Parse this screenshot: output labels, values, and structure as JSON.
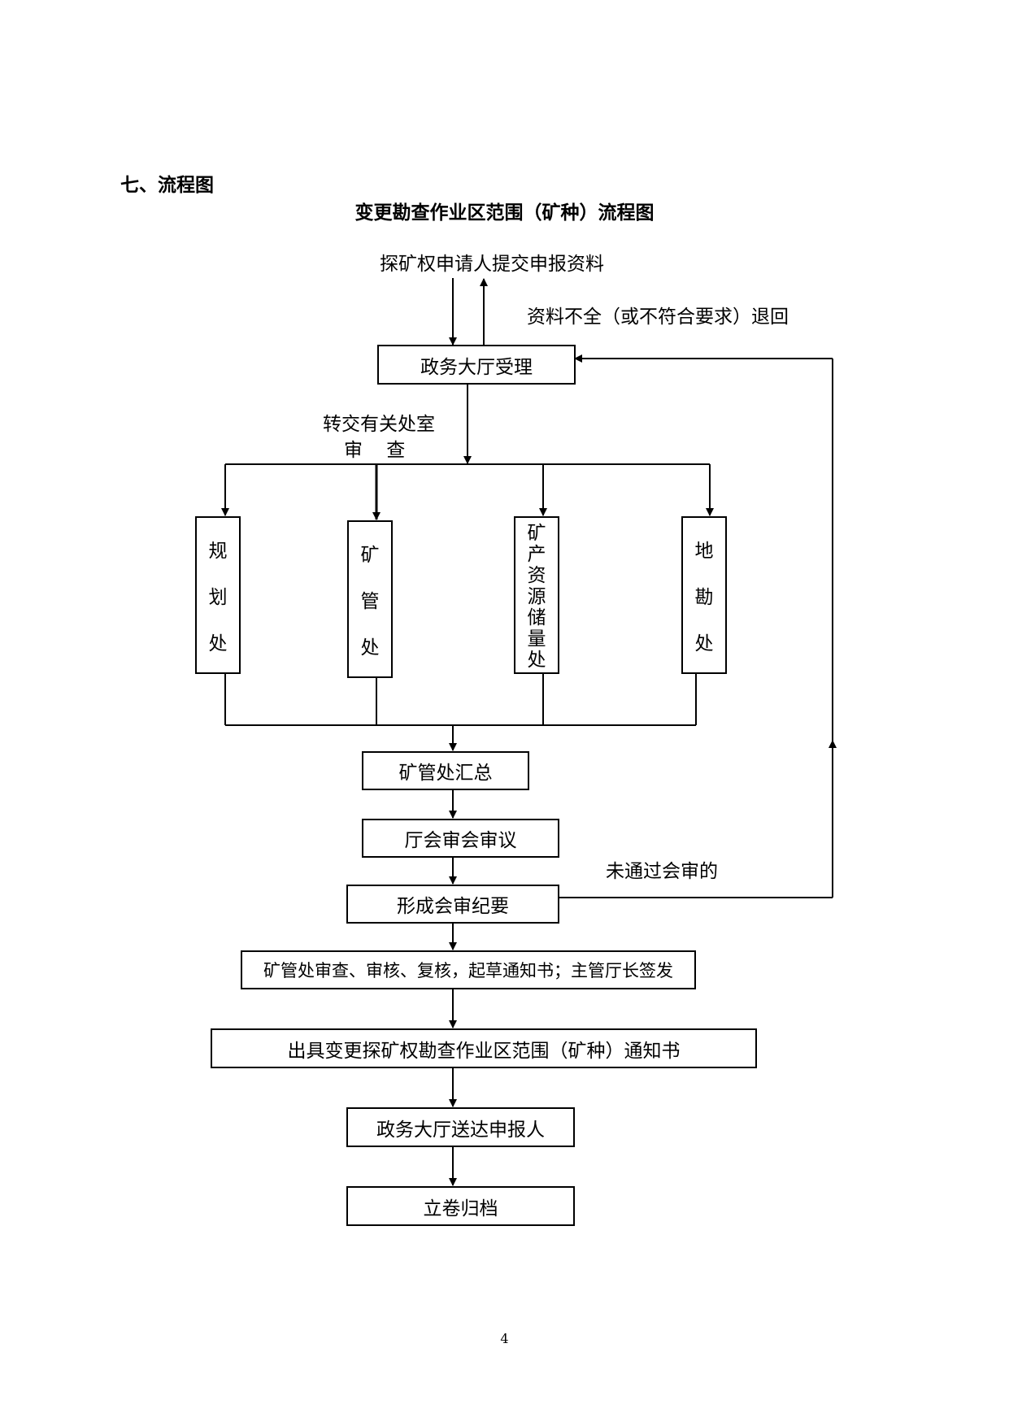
{
  "document": {
    "section_heading": "七、流程图",
    "title": "变更勘查作业区范围（矿种）流程图",
    "page_number": "4"
  },
  "flowchart": {
    "start_label": "探矿权申请人提交申报资料",
    "return_label": "资料不全（或不符合要求）退回",
    "intake": "政务大厅受理",
    "transfer_label": "转交有关处室",
    "review_label": "审    查",
    "departments": [
      {
        "chars": [
          "规",
          "划",
          "处"
        ]
      },
      {
        "chars": [
          "矿",
          "管",
          "处"
        ]
      },
      {
        "chars": [
          "矿",
          "产",
          "资",
          "源",
          "储",
          "量",
          "处"
        ]
      },
      {
        "chars": [
          "地",
          "勘",
          "处"
        ]
      }
    ],
    "summary": "矿管处汇总",
    "meeting": "厅会审会审议",
    "not_passed_label": "未通过会审的",
    "minutes": "形成会审纪要",
    "review_steps": "矿管处审查、审核、复核，起草通知书；主管厅长签发",
    "issue_notice": "出具变更探矿权勘查作业区范围（矿种）通知书",
    "deliver": "政务大厅送达申报人",
    "archive": "立卷归档"
  }
}
